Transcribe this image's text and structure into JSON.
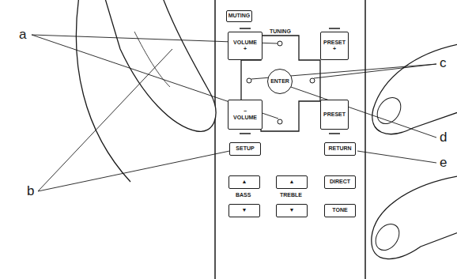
{
  "diagram": {
    "nodes": [
      {
        "text": [
          "MUTING"
        ]
      },
      {
        "text": [
          "VOLUME +"
        ]
      },
      {
        "text": [
          "PRESET +"
        ]
      },
      {
        "text": [
          "ENTER"
        ]
      },
      {
        "text": [
          "− VOLUME"
        ]
      },
      {
        "text": [
          "PRESET"
        ]
      },
      {
        "text": [
          "SETUP"
        ]
      },
      {
        "text": [
          "RETURN"
        ]
      },
      {
        "text": [
          "▲"
        ]
      },
      {
        "text": [
          "▲"
        ]
      },
      {
        "text": [
          "DIRECT"
        ]
      },
      {
        "text": [
          "▼"
        ]
      },
      {
        "text": [
          "▼"
        ]
      },
      {
        "text": [
          "TONE"
        ]
      }
    ],
    "labels": [
      "a",
      "b",
      "c",
      "d",
      "e",
      "TUNING",
      "BASS",
      "TREBLE"
    ]
  }
}
